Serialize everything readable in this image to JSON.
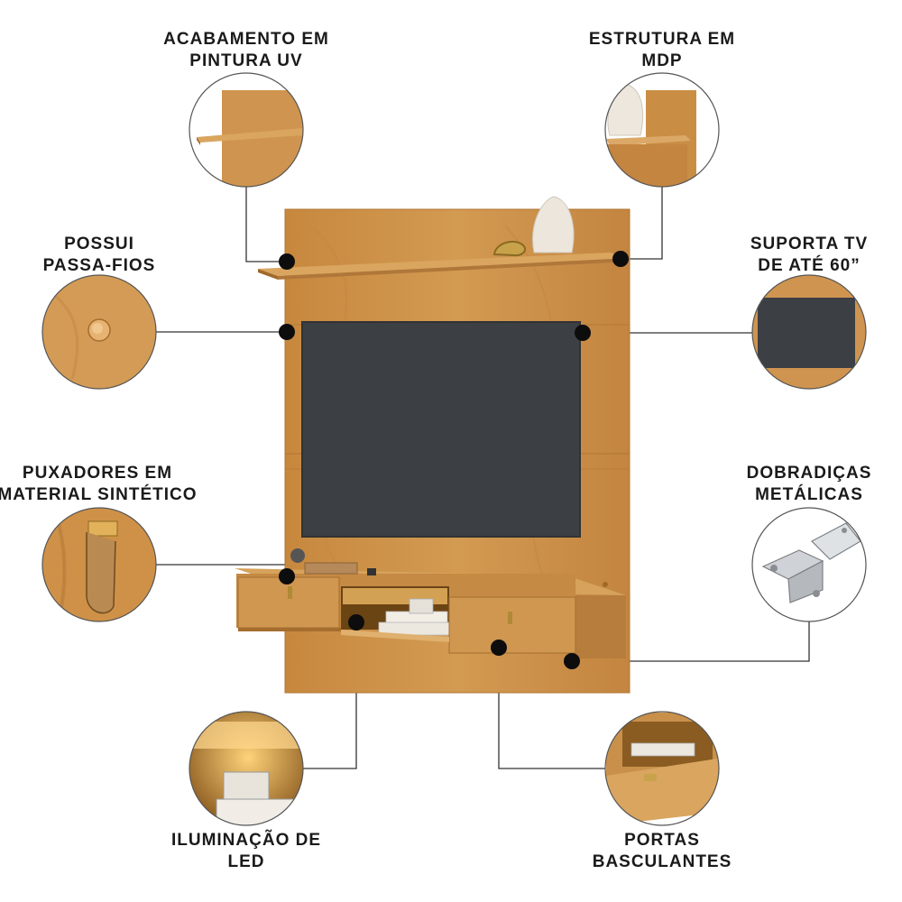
{
  "features": {
    "acabamento": {
      "line1": "ACABAMENTO EM",
      "line2": "PINTURA UV"
    },
    "estrutura": {
      "line1": "ESTRUTURA EM",
      "line2": "MDP"
    },
    "passa_fios": {
      "line1": "POSSUI",
      "line2": "PASSA-FIOS"
    },
    "suporta_tv": {
      "line1": "SUPORTA TV",
      "line2": "DE ATÉ 60”"
    },
    "puxadores": {
      "line1": "PUXADORES EM",
      "line2": "MATERIAL SINTÉTICO"
    },
    "dobradicas": {
      "line1": "DOBRADIÇAS",
      "line2": "METÁLICAS"
    },
    "iluminacao": {
      "line1": "ILUMINAÇÃO DE",
      "line2": "LED"
    },
    "portas": {
      "line1": "PORTAS",
      "line2": "BASCULANTES"
    }
  },
  "colors": {
    "wood": "#c98e44",
    "wood_dark": "#a86f2c",
    "wood_light": "#dba867",
    "tv_screen": "#3b3e43",
    "dot": "#0d0d0d",
    "line": "#333333"
  }
}
